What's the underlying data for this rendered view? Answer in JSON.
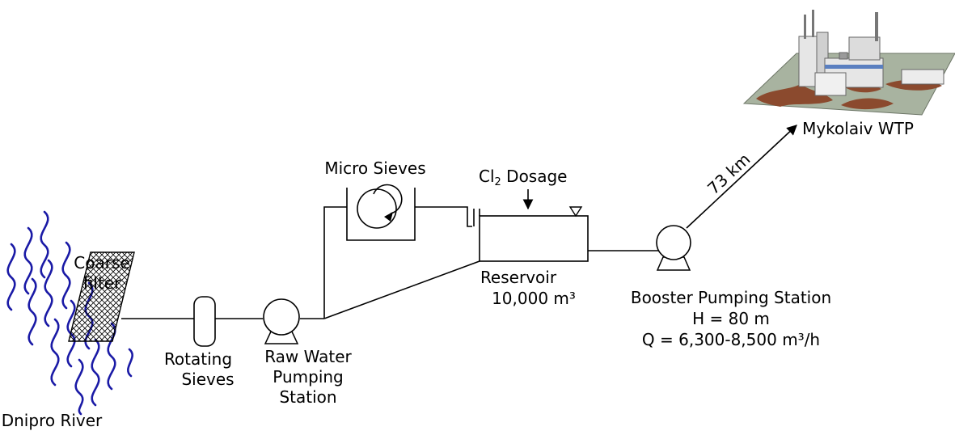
{
  "labels": {
    "river": "Dnipro River",
    "coarse_filter_line1": "Coarse",
    "coarse_filter_line2": "filter",
    "rotating_sieves_line1": "Rotating",
    "rotating_sieves_line2": "Sieves",
    "raw_water_line1": "Raw Water",
    "raw_water_line2": "Pumping",
    "raw_water_line3": "Station",
    "micro_sieves": "Micro Sieves",
    "cl2_prefix": "Cl",
    "cl2_subscript": "2",
    "cl2_suffix": " Dosage",
    "reservoir_name": "Reservoir",
    "reservoir_volume": "10,000 m³",
    "booster_name": "Booster Pumping Station",
    "booster_head": "H = 80 m",
    "booster_flow": "Q = 6,300-8,500 m³/h",
    "pipeline_distance": "73 km",
    "wtp_name": "Mykolaiv WTP"
  },
  "colors": {
    "river_waves": "#1a1aa6",
    "lines": "#000000",
    "ground": "#a8b3a0",
    "terrain": "#8b4a2e",
    "building_light": "#e6e6e6",
    "building_dark": "#9a9a9a",
    "building_blue": "#5a7fc0"
  }
}
